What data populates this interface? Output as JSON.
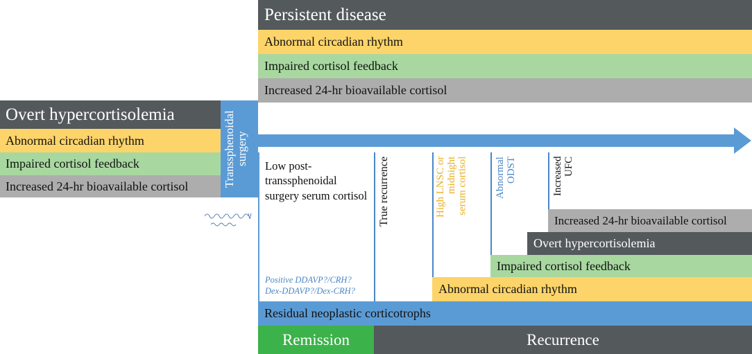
{
  "persistent": {
    "title": "Persistent disease",
    "bars": [
      "Abnormal circadian rhythm",
      "Impaired cortisol feedback",
      "Increased 24-hr bioavailable cortisol"
    ]
  },
  "overt": {
    "title": "Overt hypercortisolemia",
    "bars": [
      "Abnormal circadian rhythm",
      "Impaired cortisol feedback",
      "Increased 24-hr bioavailable cortisol"
    ]
  },
  "surgery_label": "Transsphenoidal surgery",
  "low_cortisol": "Low post-transsphenoidal surgery serum cortisol",
  "tests_note": {
    "line1": "Positive DDAVP?/CRH?",
    "line2": "Dex-DDAVP?/Dex-CRH?"
  },
  "vertical_labels": {
    "true_recurrence": "True recurrence",
    "lnsc": [
      "High LNSC or",
      "midnight",
      "serum cortisol"
    ],
    "odst": [
      "Abnormal",
      "ODST"
    ],
    "ufc": [
      "Increased",
      "UFC"
    ]
  },
  "staircase": {
    "bioavailable": "Increased  24-hr bioavailable cortisol",
    "overt": "Overt hypercortisolemia",
    "feedback": "Impaired cortisol feedback",
    "circadian": "Abnormal circadian rhythm"
  },
  "residual": "Residual neoplastic corticotrophs",
  "remission": "Remission",
  "recurrence": "Recurrence",
  "colors": {
    "dark": "#54595c",
    "yellow": "#fdd46a",
    "green": "#a8d8a0",
    "gray": "#adadad",
    "blue": "#5b9bd5",
    "remission_green": "#3cb24a",
    "yellow_text": "#e8b020",
    "blue_text": "#4a86c5"
  }
}
